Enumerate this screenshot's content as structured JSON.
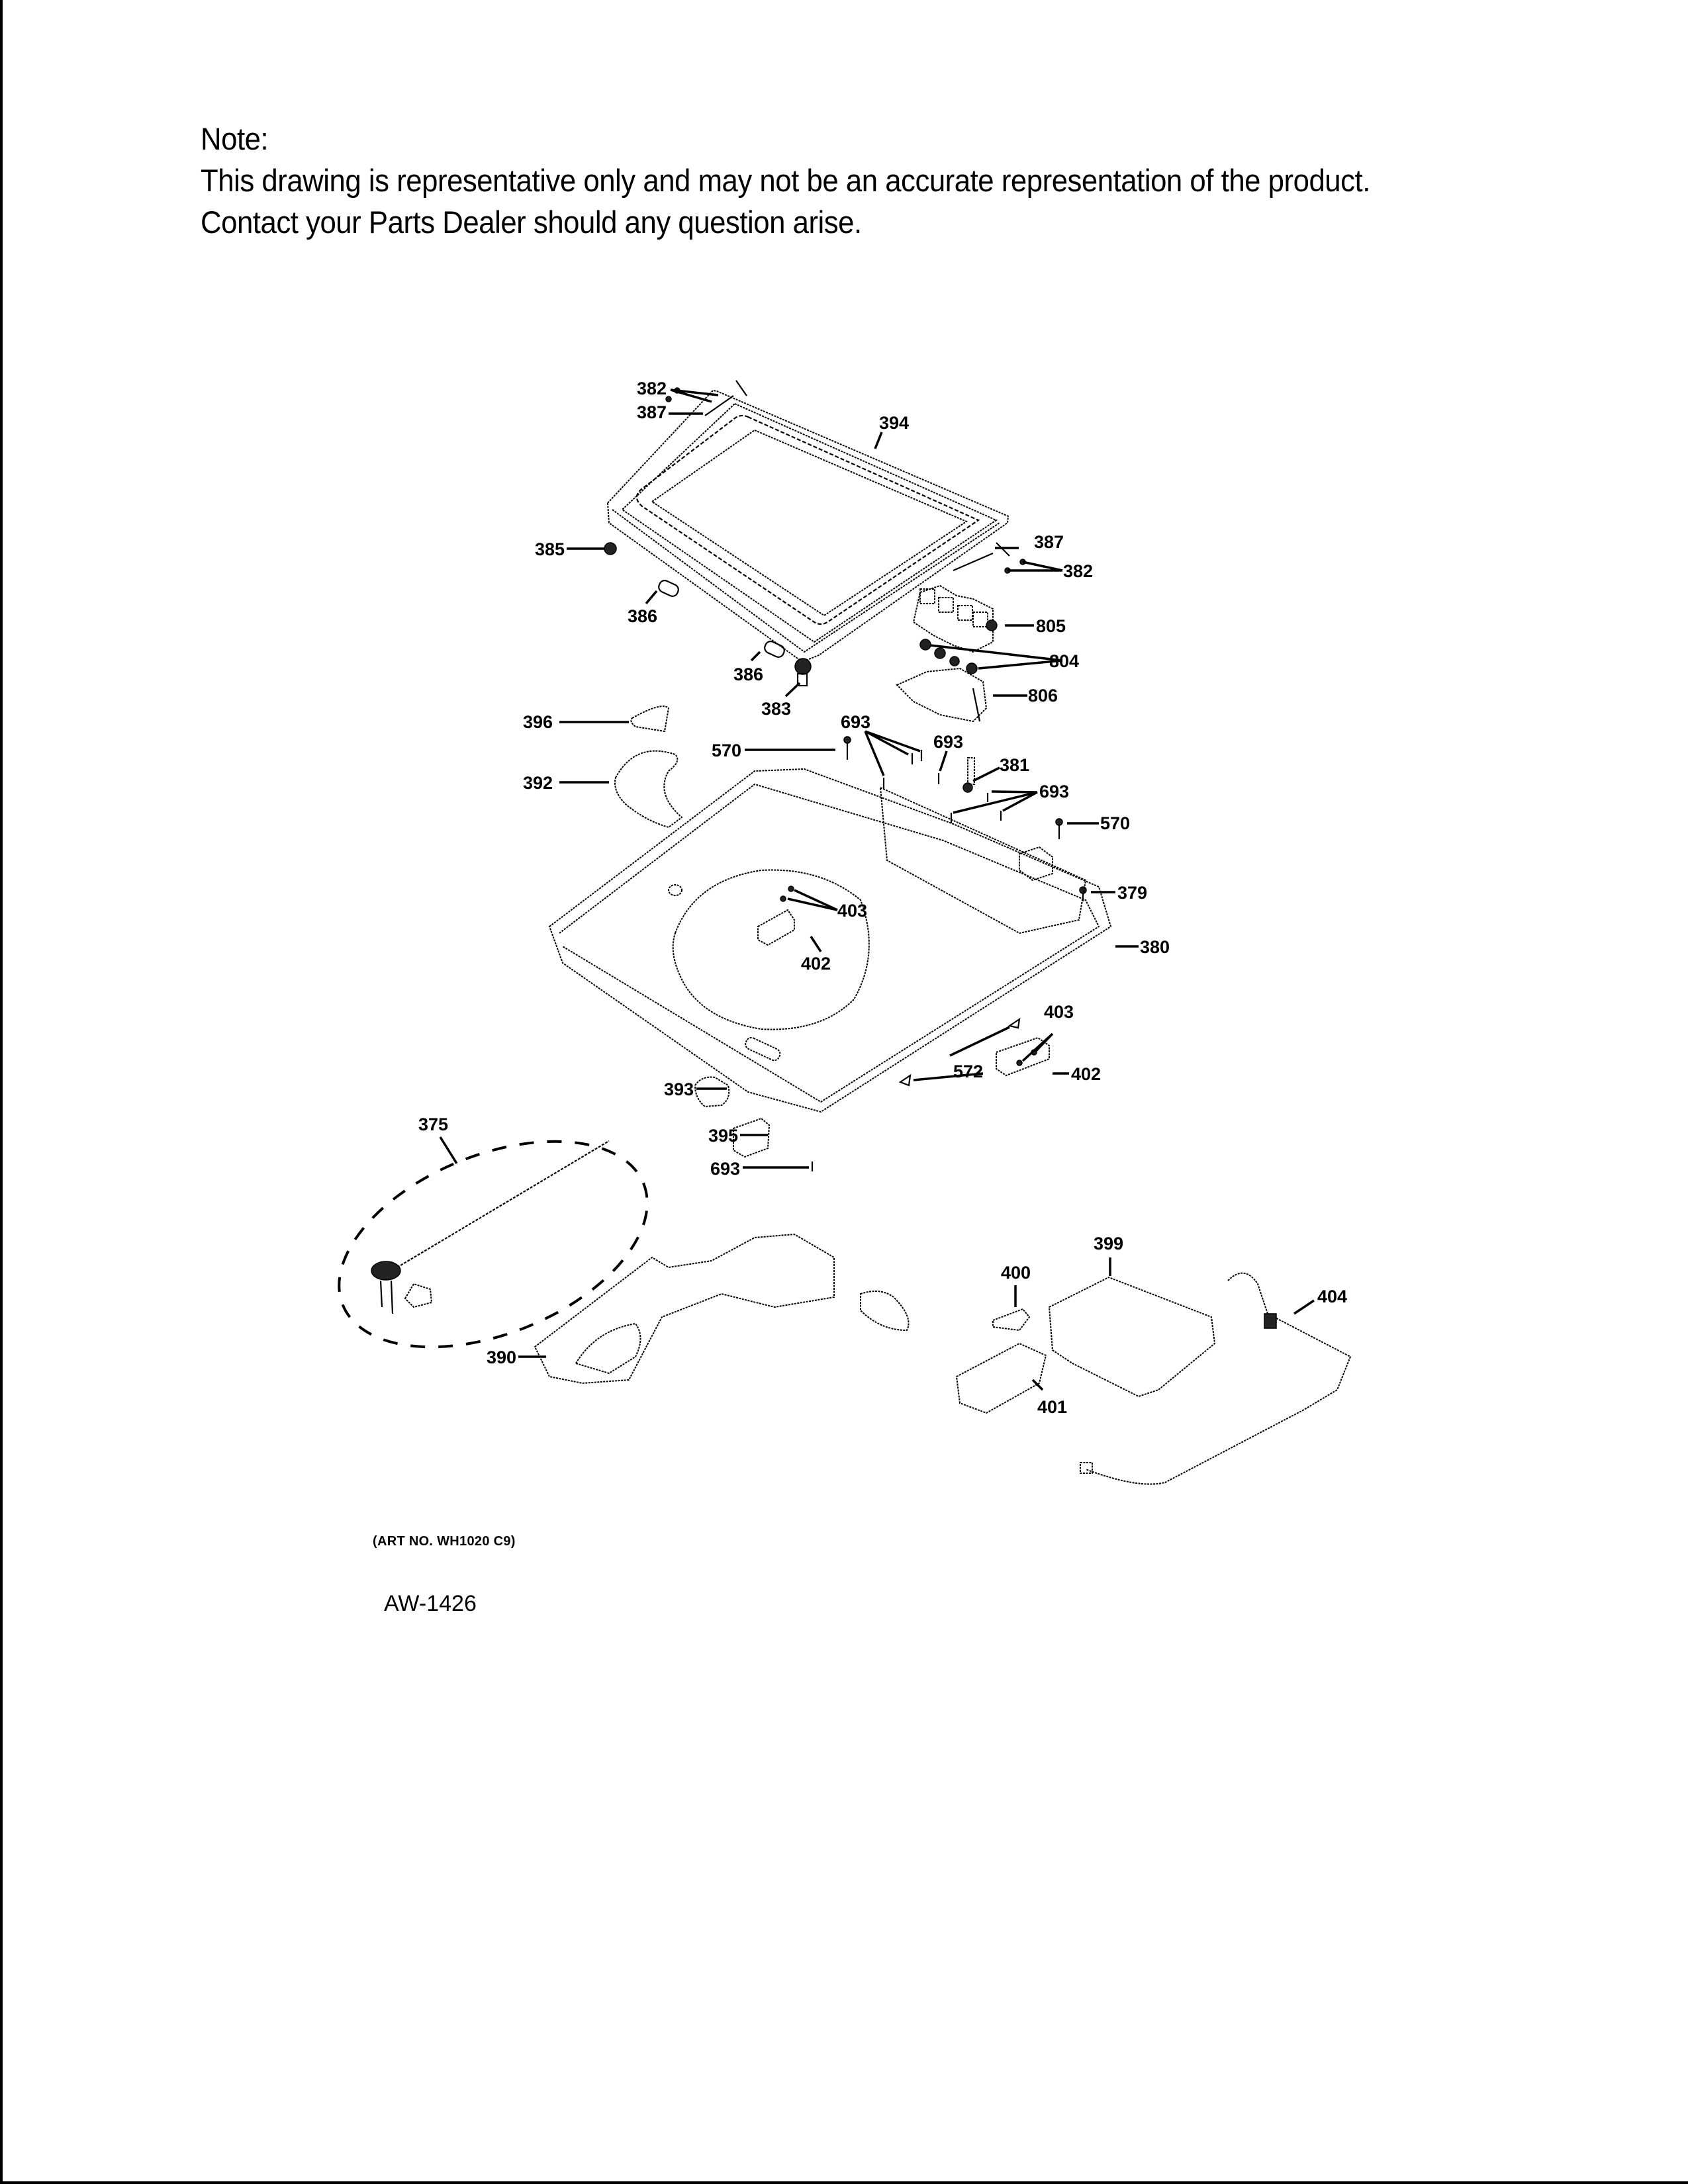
{
  "note": {
    "heading": "Note:",
    "line1": "This drawing is representative only and may not be an accurate representation of the product.",
    "line2": "Contact your Parts Dealer should any question arise."
  },
  "diagram": {
    "title": "Washer top panel / lid / dispenser exploded view",
    "callouts": {
      "c382a": "382",
      "c387a": "387",
      "c394": "394",
      "c387b": "387",
      "c382b": "382",
      "c385": "385",
      "c386a": "386",
      "c386b": "386",
      "c383": "383",
      "c805": "805",
      "c804": "804",
      "c806": "806",
      "c396": "396",
      "c392": "392",
      "c570a": "570",
      "c693a": "693",
      "c693b": "693",
      "c381": "381",
      "c693c": "693",
      "c570b": "570",
      "c379": "379",
      "c403a": "403",
      "c402a": "402",
      "c380": "380",
      "c403b": "403",
      "c572": "572",
      "c402b": "402",
      "c393": "393",
      "c395": "395",
      "c693d": "693",
      "c375": "375",
      "c399": "399",
      "c400": "400",
      "c404": "404",
      "c390": "390",
      "c401": "401"
    }
  },
  "footer": {
    "art_number": "(ART NO. WH1020 C9)",
    "drawing_code": "AW-1426"
  }
}
